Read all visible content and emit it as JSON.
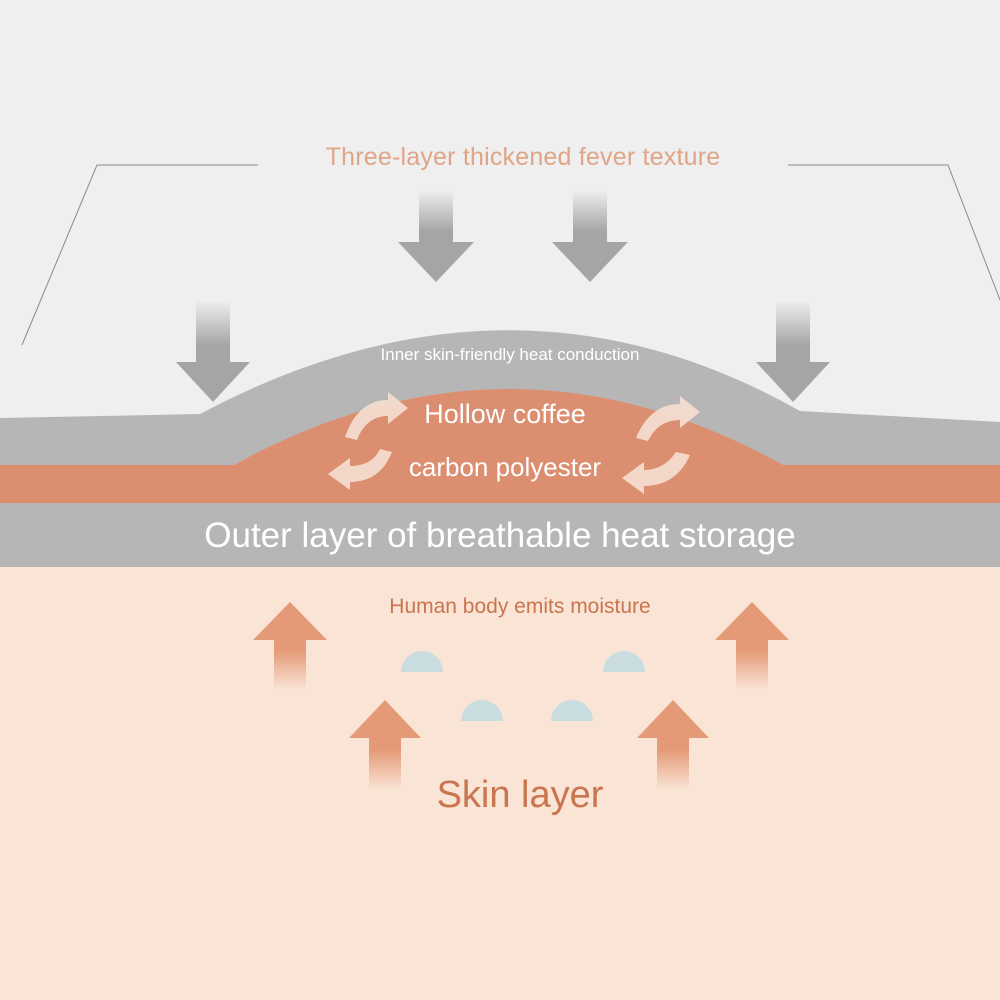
{
  "labels": {
    "title": "Three-layer thickened fever texture",
    "inner_layer": "Inner skin-friendly heat conduction",
    "middle_line1": "Hollow coffee",
    "middle_line2": "carbon polyester",
    "outer_layer": "Outer layer of breathable heat storage",
    "moisture": "Human body emits moisture",
    "skin": "Skin layer"
  },
  "colors": {
    "background_top": "#efefef",
    "gray_layer": "#b6b6b6",
    "arrow_gray": "#a5a5a5",
    "orange_layer": "#dc8e70",
    "skin_background": "#fae4d6",
    "orange_text": "#c9754d",
    "title_text": "#e0a486",
    "droplet": "#c9dde0",
    "swirl_arrow": "#f6dfd1"
  },
  "icons": {
    "down_arrows": "arrow-down-icon",
    "up_arrows": "arrow-up-icon",
    "cycle": "cycle-arrows-icon",
    "moisture": "droplet-icon"
  }
}
